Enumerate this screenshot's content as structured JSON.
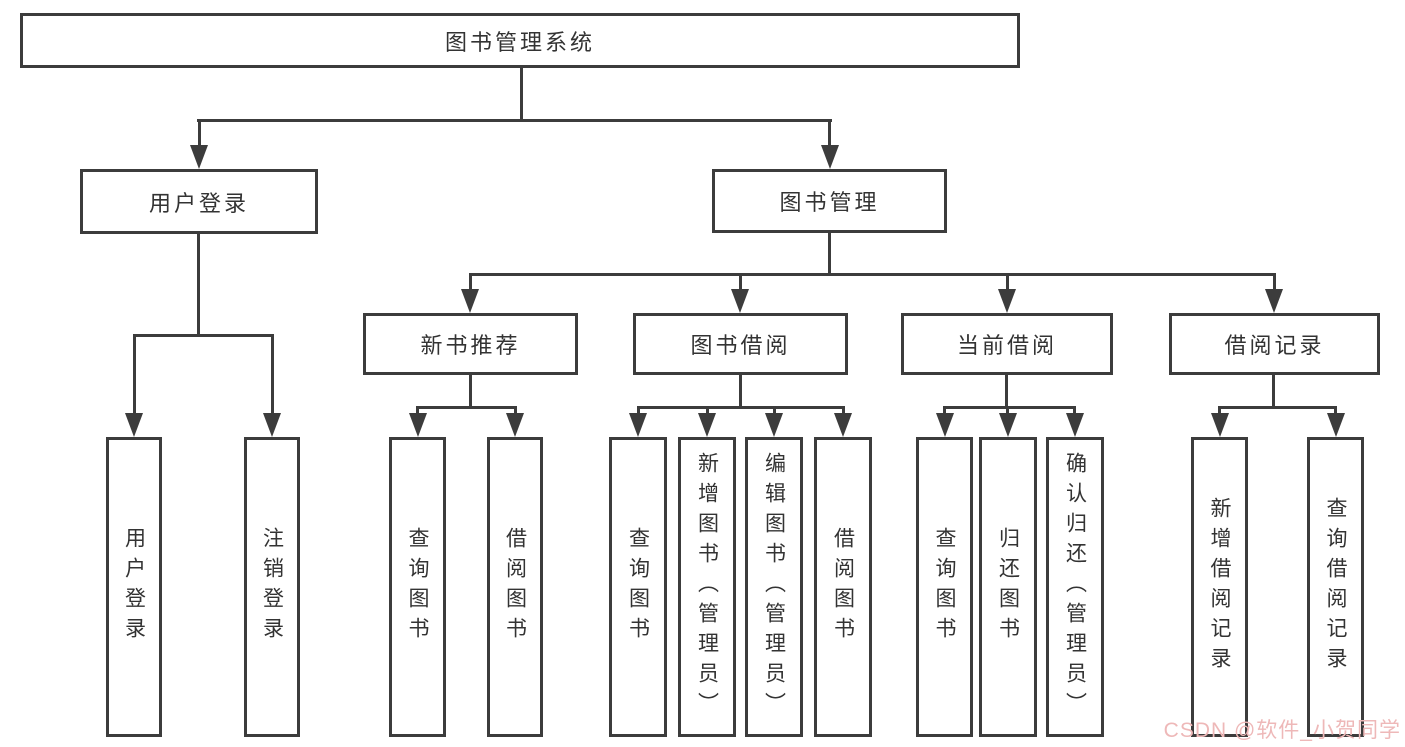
{
  "colors": {
    "line": "#3c3c3c",
    "box_border": "#3c3c3c",
    "text": "#333333",
    "watermark": "#eeb8b8",
    "background": "#ffffff"
  },
  "watermark": {
    "text": "CSDN @软件_小贺同学"
  },
  "tree": {
    "label": "图书管理系统",
    "children": [
      {
        "label": "用户登录",
        "children": [
          {
            "label": "用户登录"
          },
          {
            "label": "注销登录"
          }
        ]
      },
      {
        "label": "图书管理",
        "children": [
          {
            "label": "新书推荐",
            "children": [
              {
                "label": "查询图书"
              },
              {
                "label": "借阅图书"
              }
            ]
          },
          {
            "label": "图书借阅",
            "children": [
              {
                "label": "查询图书"
              },
              {
                "label": "新增图书（管理员）"
              },
              {
                "label": "编辑图书（管理员）"
              },
              {
                "label": "借阅图书"
              }
            ]
          },
          {
            "label": "当前借阅",
            "children": [
              {
                "label": "查询图书"
              },
              {
                "label": "归还图书"
              },
              {
                "label": "确认归还（管理员）"
              }
            ]
          },
          {
            "label": "借阅记录",
            "children": [
              {
                "label": "新增借阅记录"
              },
              {
                "label": "查询借阅记录"
              }
            ]
          }
        ]
      }
    ]
  }
}
